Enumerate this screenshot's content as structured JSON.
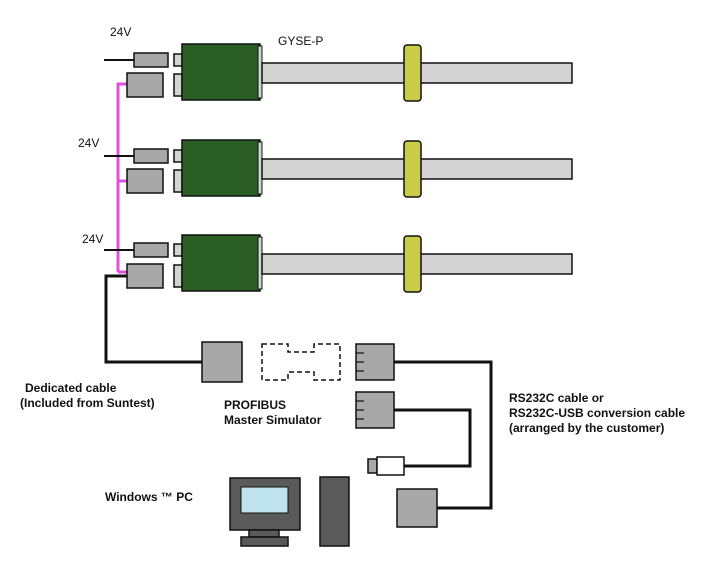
{
  "labels": {
    "product": "GYSE-P",
    "voltage": "24V",
    "dedicated_cable": "Dedicated cable",
    "dedicated_cable_note": "(Included from Suntest)",
    "profibus_1": "PROFIBUS",
    "profibus_2": "Master Simulator",
    "rs232_1": "RS232C cable or",
    "rs232_2": "RS232C-USB conversion cable",
    "rs232_3": "(arranged by the customer)",
    "windows_pc": "Windows ™ PC"
  },
  "colors": {
    "motor": "#2a5e24",
    "shaft": "#d3d3d3",
    "slider": "#c9cc45",
    "connector": "#a8a8a8",
    "power_cable": "#e051e0",
    "cable": "#111111",
    "pc": "#5a5a5a",
    "screen": "#bfe3ef"
  }
}
